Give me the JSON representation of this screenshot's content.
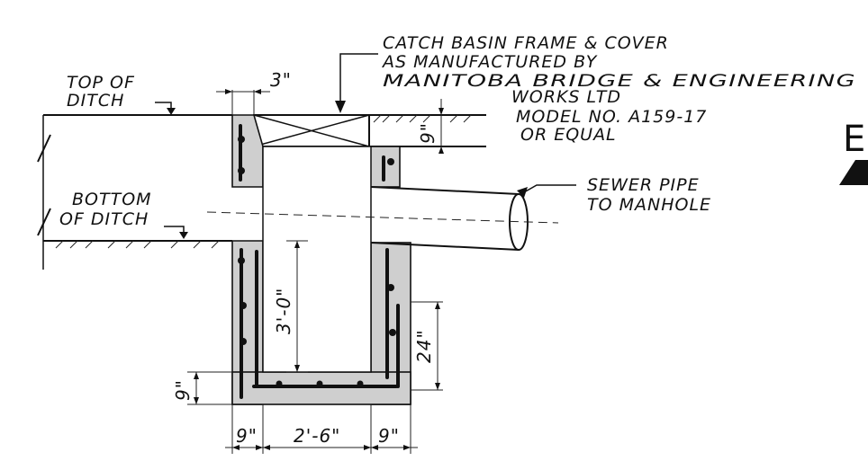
{
  "labels": {
    "frame_line1": "CATCH BASIN FRAME & COVER",
    "frame_line2": "AS MANUFACTURED BY",
    "frame_line3": "MANITOBA BRIDGE & ENGINEERING",
    "frame_line4": "WORKS LTD",
    "frame_line5": "MODEL NO. A159-17",
    "frame_line6": "OR EQUAL",
    "top_ditch_line1": "TOP OF",
    "top_ditch_line2": "DITCH",
    "bottom_ditch_line1": "BOTTOM",
    "bottom_ditch_line2": "OF DITCH",
    "sewer_line1": "SEWER PIPE",
    "sewer_line2": "TO MANHOLE",
    "edge_letter": "E"
  },
  "dimensions": {
    "frame_gap": "3\"",
    "frame_depth": "9\"",
    "sump_depth": "3'-0\"",
    "pipe_height": "24\"",
    "slab_thickness": "9\"",
    "left_wall": "9\"",
    "inside_width": "2'-6\"",
    "right_wall": "9\""
  }
}
